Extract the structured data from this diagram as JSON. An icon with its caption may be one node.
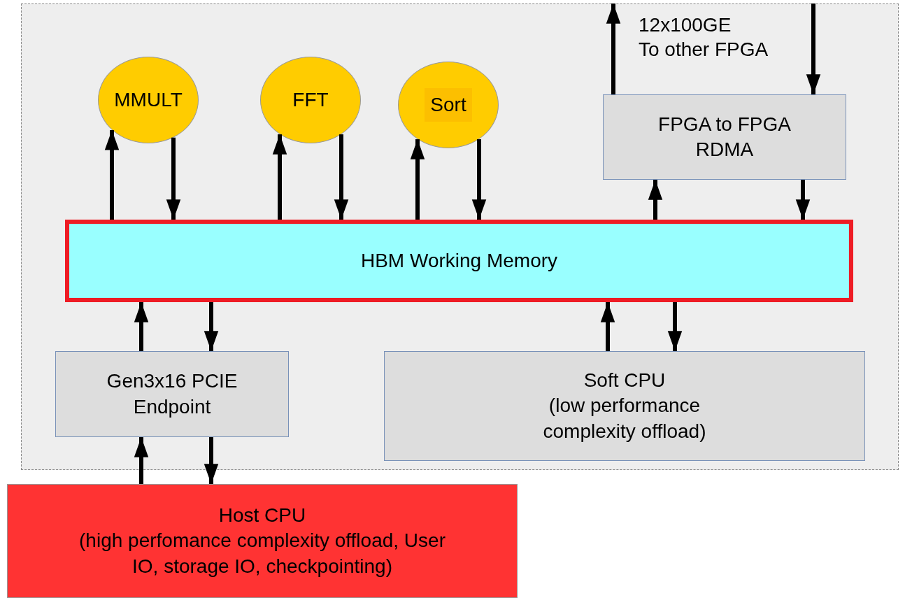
{
  "diagram": {
    "nodes": [
      {
        "text": [],
        "shape": "box"
      },
      {
        "text": [
          "MMULT"
        ],
        "in": 0
      },
      {
        "text": [
          "FFT"
        ],
        "in": 0
      },
      {
        "text": [
          "Sort"
        ],
        "in": 0
      },
      {
        "text": [
          "FPGA to FPGA RDMA"
        ],
        "in": 0
      },
      {
        "text": [
          "HBM Working Memory"
        ],
        "in": 0
      },
      {
        "text": [
          "Gen3x16 PCIE Endpoint"
        ],
        "in": 0
      },
      {
        "text": [
          "Soft CPU",
          "(low performance complexity offload)"
        ],
        "in": 0
      },
      {
        "text": [
          "Host CPU",
          "(high perfomance complexity offload, User IO, storage IO, checkpointing)"
        ]
      }
    ],
    "edges": [
      {
        "from": 5,
        "to": 1,
        "arrow": "to"
      },
      {
        "from": 1,
        "to": 5,
        "arrow": "to"
      },
      {
        "from": 5,
        "to": 2,
        "arrow": "to"
      },
      {
        "from": 2,
        "to": 5,
        "arrow": "to"
      },
      {
        "from": 5,
        "to": 3,
        "arrow": "to"
      },
      {
        "from": 3,
        "to": 5,
        "arrow": "to"
      },
      {
        "from": 5,
        "to": 4,
        "arrow": "to"
      },
      {
        "from": 4,
        "to": 5,
        "arrow": "to"
      },
      {
        "from": 4,
        "to": null,
        "arrow": "to"
      },
      {
        "from": null,
        "to": 4,
        "arrow": "to"
      },
      {
        "from": 6,
        "to": 5,
        "arrow": "to"
      },
      {
        "from": 5,
        "to": 6,
        "arrow": "to"
      },
      {
        "from": 7,
        "to": 5,
        "arrow": "to"
      },
      {
        "from": 5,
        "to": 7,
        "arrow": "to"
      },
      {
        "from": 8,
        "to": 6,
        "arrow": "to"
      },
      {
        "from": 6,
        "to": 8,
        "arrow": "to"
      }
    ],
    "labels": [
      "12x100GE",
      "To other FPGA"
    ]
  }
}
